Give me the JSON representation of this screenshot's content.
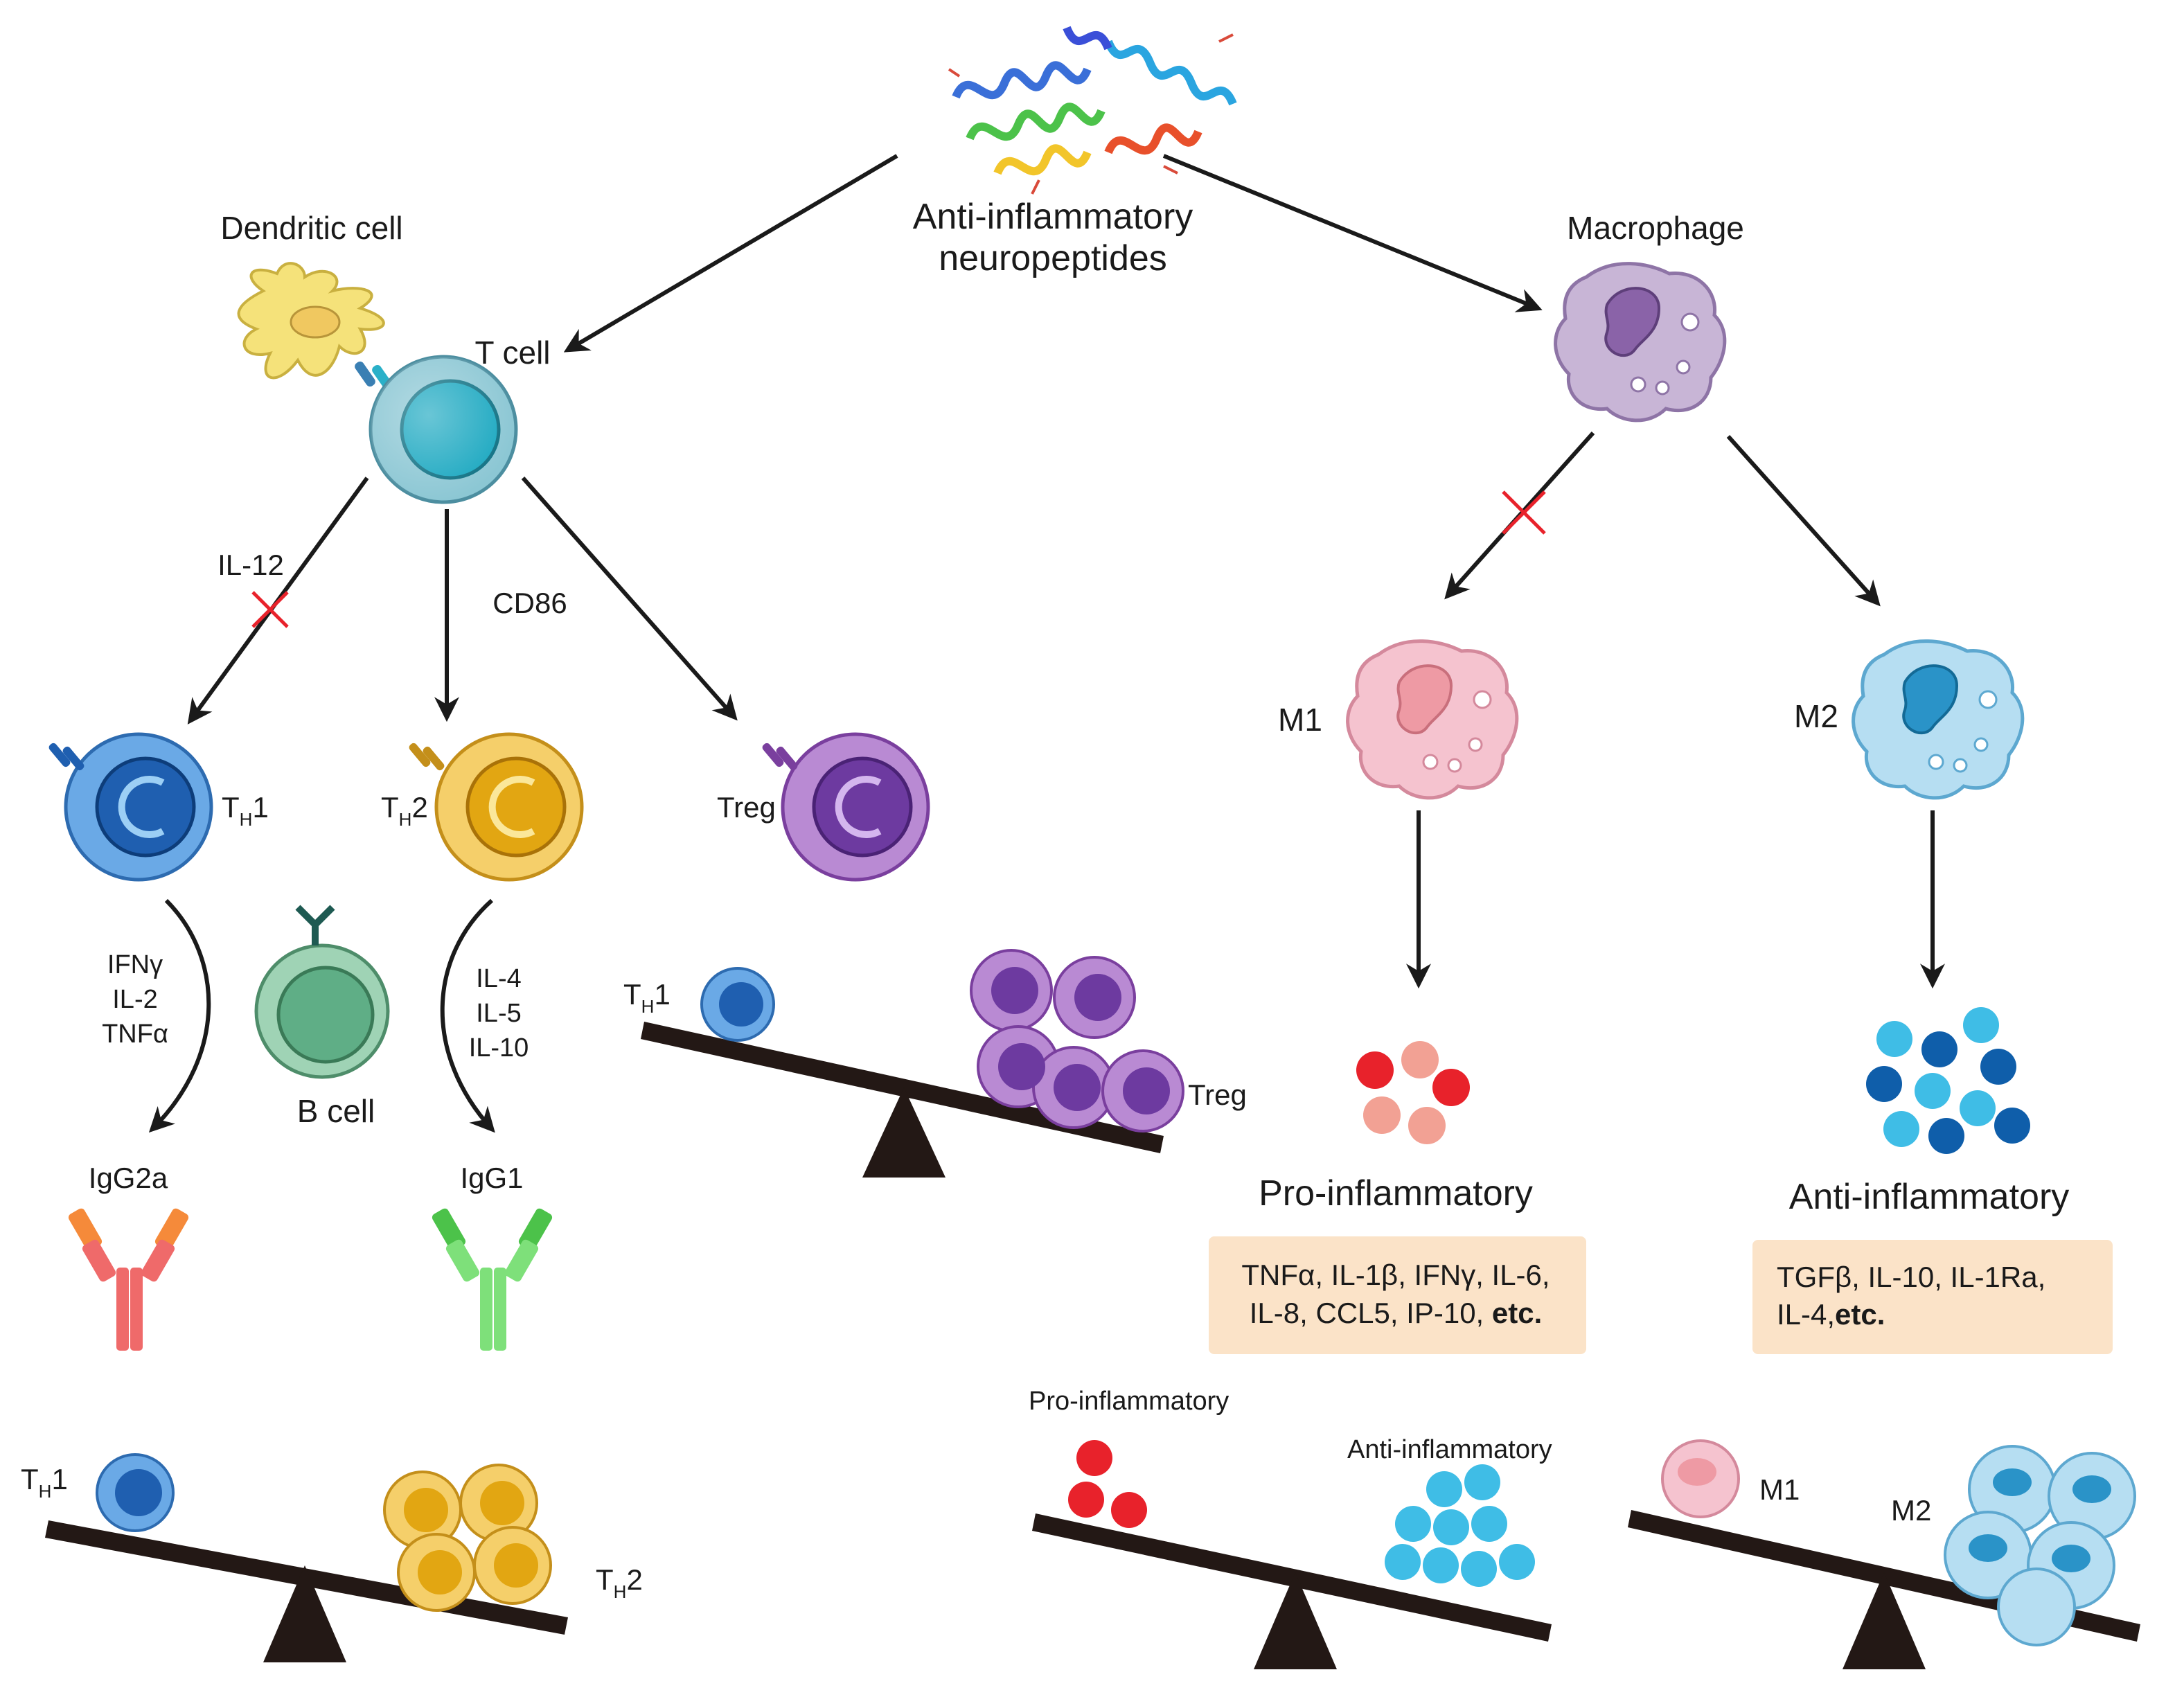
{
  "center": {
    "line1": "Anti-inflammatory",
    "line2": "neuropeptides"
  },
  "left": {
    "dendritic_cell": "Dendritic cell",
    "t_cell": "T cell",
    "il12": "IL-12",
    "cd86": "CD86",
    "th1": {
      "main": "T",
      "sub": "H",
      "tail": "1"
    },
    "th2": {
      "main": "T",
      "sub": "H",
      "tail": "2"
    },
    "treg": "Treg",
    "th1_cytokines": [
      "IFNγ",
      "IL-2",
      "TNFα"
    ],
    "th2_cytokines": [
      "IL-4",
      "IL-5",
      "IL-10"
    ],
    "b_cell": "B cell",
    "igg2a": "IgG2a",
    "igg1": "IgG1",
    "balance1": {
      "left": {
        "main": "T",
        "sub": "H",
        "tail": "1"
      },
      "right": {
        "main": "T",
        "sub": "H",
        "tail": "2"
      }
    },
    "balance2": {
      "left": {
        "main": "T",
        "sub": "H",
        "tail": "1"
      },
      "right": "Treg"
    }
  },
  "right": {
    "macrophage": "Macrophage",
    "m1": "M1",
    "m2": "M2",
    "pro_title": "Pro-inflammatory",
    "anti_title": "Anti-inflammatory",
    "pro_box": {
      "line1": "TNFα, IL-1β, IFNγ, IL-6,",
      "line2a": "IL-8, CCL5, IP-10, ",
      "line2b": "etc."
    },
    "anti_box": {
      "line1": "TGFβ, IL-10, IL-1Ra,",
      "line2a": "IL-4,",
      "line2b": "etc."
    },
    "balance3": {
      "left": "Pro-inflammatory",
      "right": "Anti-inflammatory"
    },
    "balance4": {
      "left": "M1",
      "right": "M2"
    }
  },
  "colors": {
    "th1": "#3b86d6",
    "th2": "#e9b21f",
    "treg": "#8b55b0",
    "b_cell": "#6fb890",
    "t_cell": "#67b7c8",
    "dendritic": "#f5e27a",
    "macrophage": "#b59bc6",
    "m1": "#f2b7c4",
    "m2": "#9fd2ee",
    "pro_red": "#e8222b",
    "pro_pink": "#f2a194",
    "anti_light": "#3fbde6",
    "anti_dark": "#0f5eaa",
    "cross": "#e8222b",
    "box": "#fbe3c8"
  }
}
